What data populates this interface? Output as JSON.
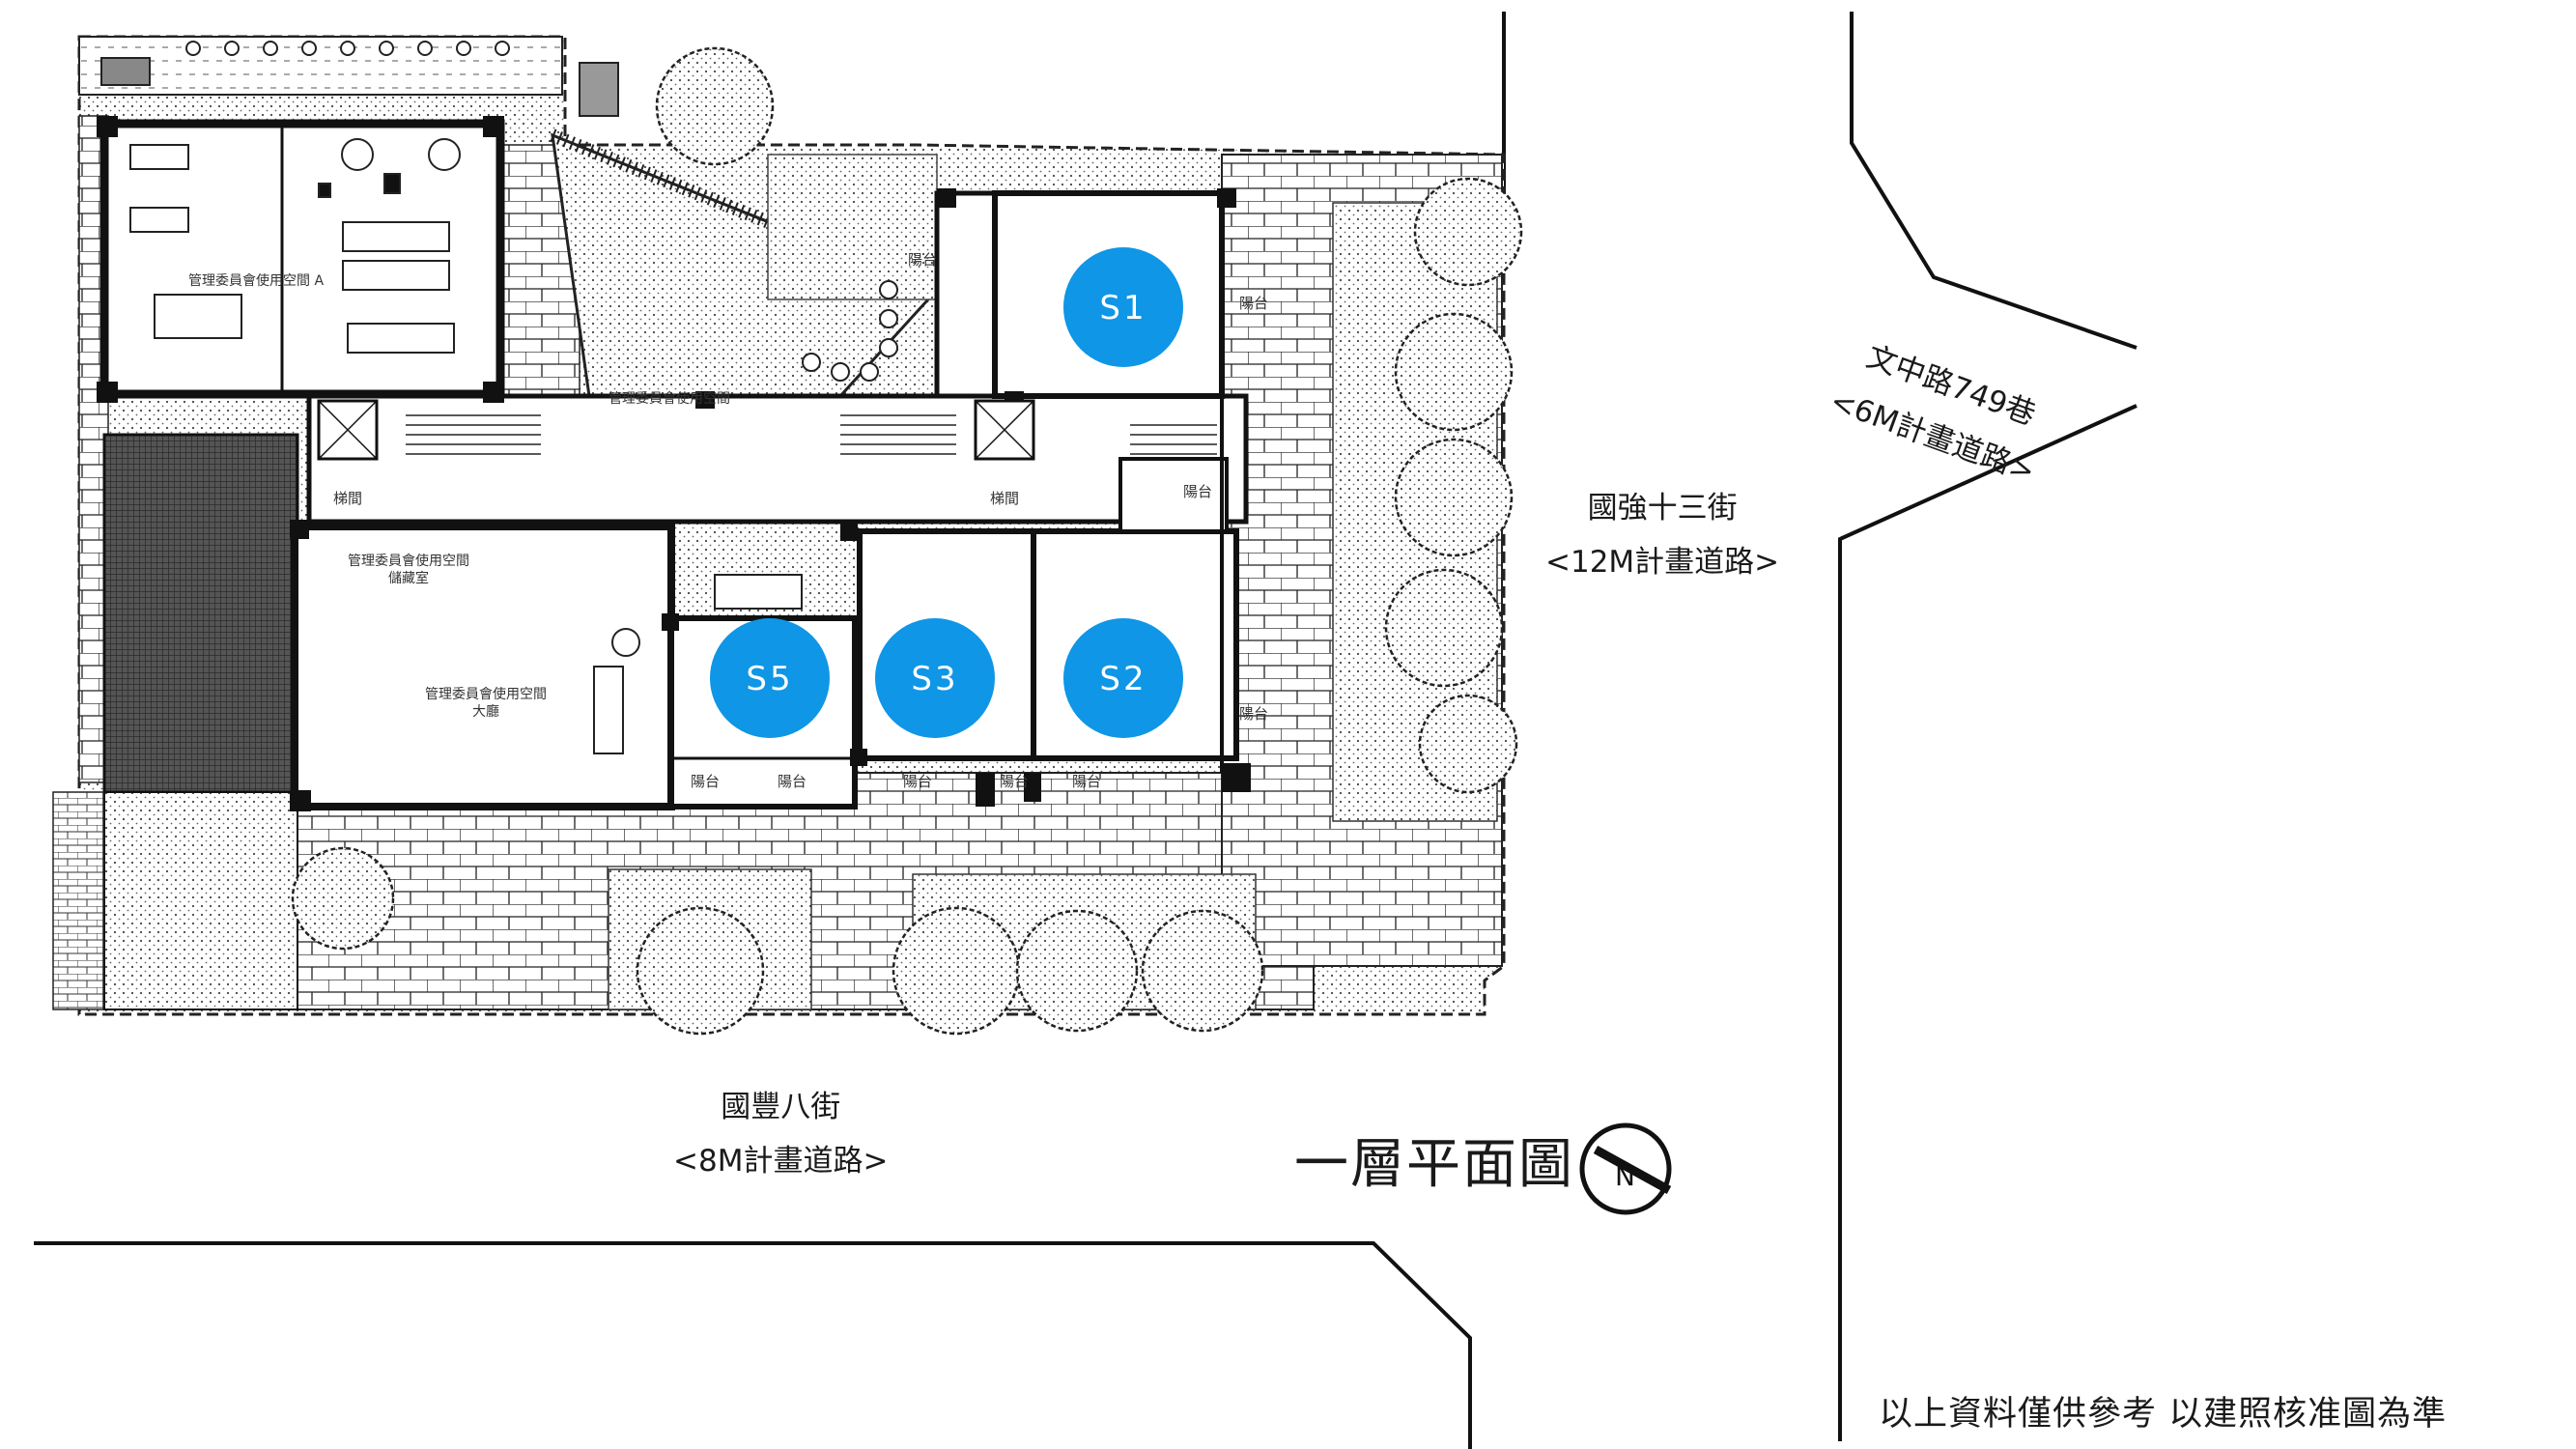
{
  "title": "一層平面圖",
  "disclaimer": "以上資料僅供參考 以建照核准圖為準",
  "roads": {
    "south": {
      "name": "國豐八街",
      "width": "<8M計畫道路>"
    },
    "east": {
      "name": "國強十三街",
      "width": "<12M計畫道路>"
    },
    "northeast": {
      "name": "文中路749巷",
      "width": "<6M計畫道路>"
    }
  },
  "units": [
    {
      "id": "s1",
      "label": "S1"
    },
    {
      "id": "s2",
      "label": "S2"
    },
    {
      "id": "s3",
      "label": "S3"
    },
    {
      "id": "s5",
      "label": "S5"
    }
  ],
  "rooms": {
    "mgmt_a": "管理委員會使用空間 A",
    "mgmt_storage_1": "管理委員會使用空間",
    "mgmt_storage_2": "儲藏室",
    "mgmt_lobby_1": "管理委員會使用空間",
    "mgmt_lobby_2": "大廳",
    "mgmt_corridor": "管理委員會使用空間",
    "balcony": "陽台",
    "stair_room": "梯間"
  },
  "compass": {
    "letter": "N"
  },
  "colors": {
    "unit_fill": "#0f96e6",
    "line": "#111111",
    "hatch": "#555555"
  }
}
